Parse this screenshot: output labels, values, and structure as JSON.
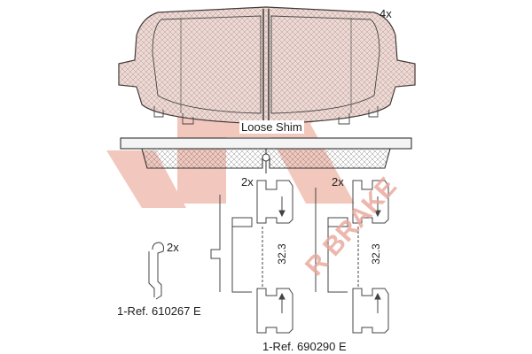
{
  "pad": {
    "quantity": "4x",
    "shim_label": "Loose Shim"
  },
  "clip_left": {
    "quantity": "2x",
    "dimension": "32.3",
    "reference": "1-Ref. 690290 E"
  },
  "clip_right": {
    "quantity": "2x",
    "dimension": "32.3"
  },
  "spring": {
    "quantity": "2x",
    "reference": "1-Ref. 610267 E"
  },
  "watermark": {
    "text": "R BRAKE"
  },
  "colors": {
    "accent": "#e0674b",
    "watermark": "#e8a79a",
    "line": "#333333"
  }
}
